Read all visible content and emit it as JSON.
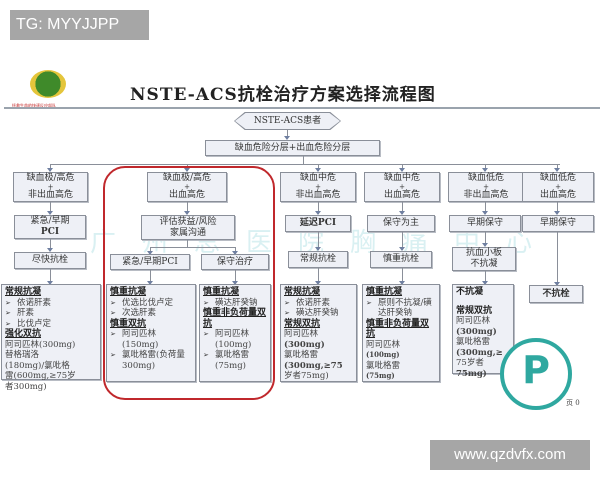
{
  "watermarks": {
    "top_left": "TG: MYYJJPP",
    "bottom_right": "www.qzdvfx.com",
    "background": "广州总医院胸痛中心"
  },
  "header": {
    "title": "NSTE-ACS抗栓治疗方案选择流程图",
    "logo_icon": "chest-pain-center-logo",
    "logo_caption": "拯救生命的快速反应部队"
  },
  "flow": {
    "start": "NSTE-ACS患者",
    "stratify": "缺血危险分层+出血危险分层",
    "columns": [
      {
        "risk": [
          "缺血极/高危",
          "+",
          "非出血高危"
        ],
        "step1": [
          "紧急/早期",
          "PCI"
        ],
        "step2": [
          "尽快抗栓"
        ],
        "detail": [
          {
            "type": "h",
            "text": "常规抗凝"
          },
          {
            "type": "b",
            "text": "依诺肝素"
          },
          {
            "type": "b",
            "text": "肝素"
          },
          {
            "type": "b",
            "text": "比伐卢定"
          },
          {
            "type": "h",
            "text": "强化双抗"
          },
          {
            "type": "p",
            "text": "阿司匹林(300mg)"
          },
          {
            "type": "p",
            "text": "替格瑞洛"
          },
          {
            "type": "p",
            "text": "(180mg)/氯吡格"
          },
          {
            "type": "p",
            "text": "雷(600mg,≥75岁"
          },
          {
            "type": "p",
            "text": "者300mg)"
          }
        ]
      },
      {
        "risk": [
          "缺血极/高危",
          "+",
          "出血高危"
        ],
        "step1": [
          "评估获益/风险",
          "家属沟通"
        ],
        "branches": [
          {
            "label": "紧急/早期PCI",
            "detail": [
              {
                "type": "h",
                "text": "慎重抗凝"
              },
              {
                "type": "b",
                "text": "优选比伐卢定"
              },
              {
                "type": "b",
                "text": "次选肝素"
              },
              {
                "type": "h",
                "text": "慎重双抗"
              },
              {
                "type": "b",
                "text": "阿司匹林(150mg)"
              },
              {
                "type": "b",
                "text": "氯吡格雷(负荷量300mg)"
              }
            ]
          },
          {
            "label": "保守治疗",
            "detail": [
              {
                "type": "h",
                "text": "慎重抗凝"
              },
              {
                "type": "b",
                "text": "磺达肝癸钠"
              },
              {
                "type": "h",
                "text": "慎重非负荷量双抗"
              },
              {
                "type": "b",
                "text": "阿司匹林(100mg)"
              },
              {
                "type": "b",
                "text": "氯吡格雷(75mg)"
              }
            ]
          }
        ]
      },
      {
        "risk": [
          "缺血中危",
          "+",
          "非出血高危"
        ],
        "step1": [
          "延迟PCI"
        ],
        "step2": [
          "常规抗栓"
        ],
        "detail": [
          {
            "type": "h",
            "text": "常规抗凝"
          },
          {
            "type": "b",
            "text": "依诺肝素"
          },
          {
            "type": "b",
            "text": "磺达肝癸钠"
          },
          {
            "type": "h",
            "text": "常规双抗"
          },
          {
            "type": "p",
            "text": "阿司匹林"
          },
          {
            "type": "p",
            "text": "(300mg)"
          },
          {
            "type": "p",
            "text": "氯吡格雷"
          },
          {
            "type": "p",
            "text": "(300mg,≥75"
          },
          {
            "type": "p",
            "text": "岁者75mg)"
          }
        ]
      },
      {
        "risk": [
          "缺血中危",
          "+",
          "出血高危"
        ],
        "step1": [
          "保守为主"
        ],
        "step2": [
          "慎重抗栓"
        ],
        "detail": [
          {
            "type": "h",
            "text": "慎重抗凝"
          },
          {
            "type": "b",
            "text": "原则不抗凝/磺达肝癸钠"
          },
          {
            "type": "h",
            "text": "慎重非负荷量双抗"
          },
          {
            "type": "p",
            "text": "阿司匹林"
          },
          {
            "type": "sm",
            "text": "(100mg)"
          },
          {
            "type": "p",
            "text": "氯吡格雷"
          },
          {
            "type": "sm",
            "text": "(75mg)"
          }
        ]
      },
      {
        "risk": [
          "缺血低危",
          "+",
          "非出血高危"
        ],
        "step1": [
          "早期保守"
        ],
        "step2": [
          "抗血小板",
          "不抗凝"
        ],
        "detail": [
          {
            "type": "hb",
            "text": "不抗凝"
          },
          {
            "type": "sp",
            "text": ""
          },
          {
            "type": "hb",
            "text": "常规双抗"
          },
          {
            "type": "p",
            "text": "阿司匹林"
          },
          {
            "type": "p",
            "text": "(300mg)"
          },
          {
            "type": "p",
            "text": "氯吡格雷"
          },
          {
            "type": "p",
            "text": "(300mg,≥"
          },
          {
            "type": "p",
            "text": "75岁者"
          },
          {
            "type": "p",
            "text": "75mg)"
          }
        ]
      },
      {
        "risk": [
          "缺血低危",
          "+",
          "出血高危"
        ],
        "step1": [
          "早期保守"
        ],
        "step2": [
          "不抗栓"
        ]
      }
    ]
  },
  "footer": {
    "pci_logo_icon": "pci-club-logo",
    "page_label": "页 0"
  }
}
